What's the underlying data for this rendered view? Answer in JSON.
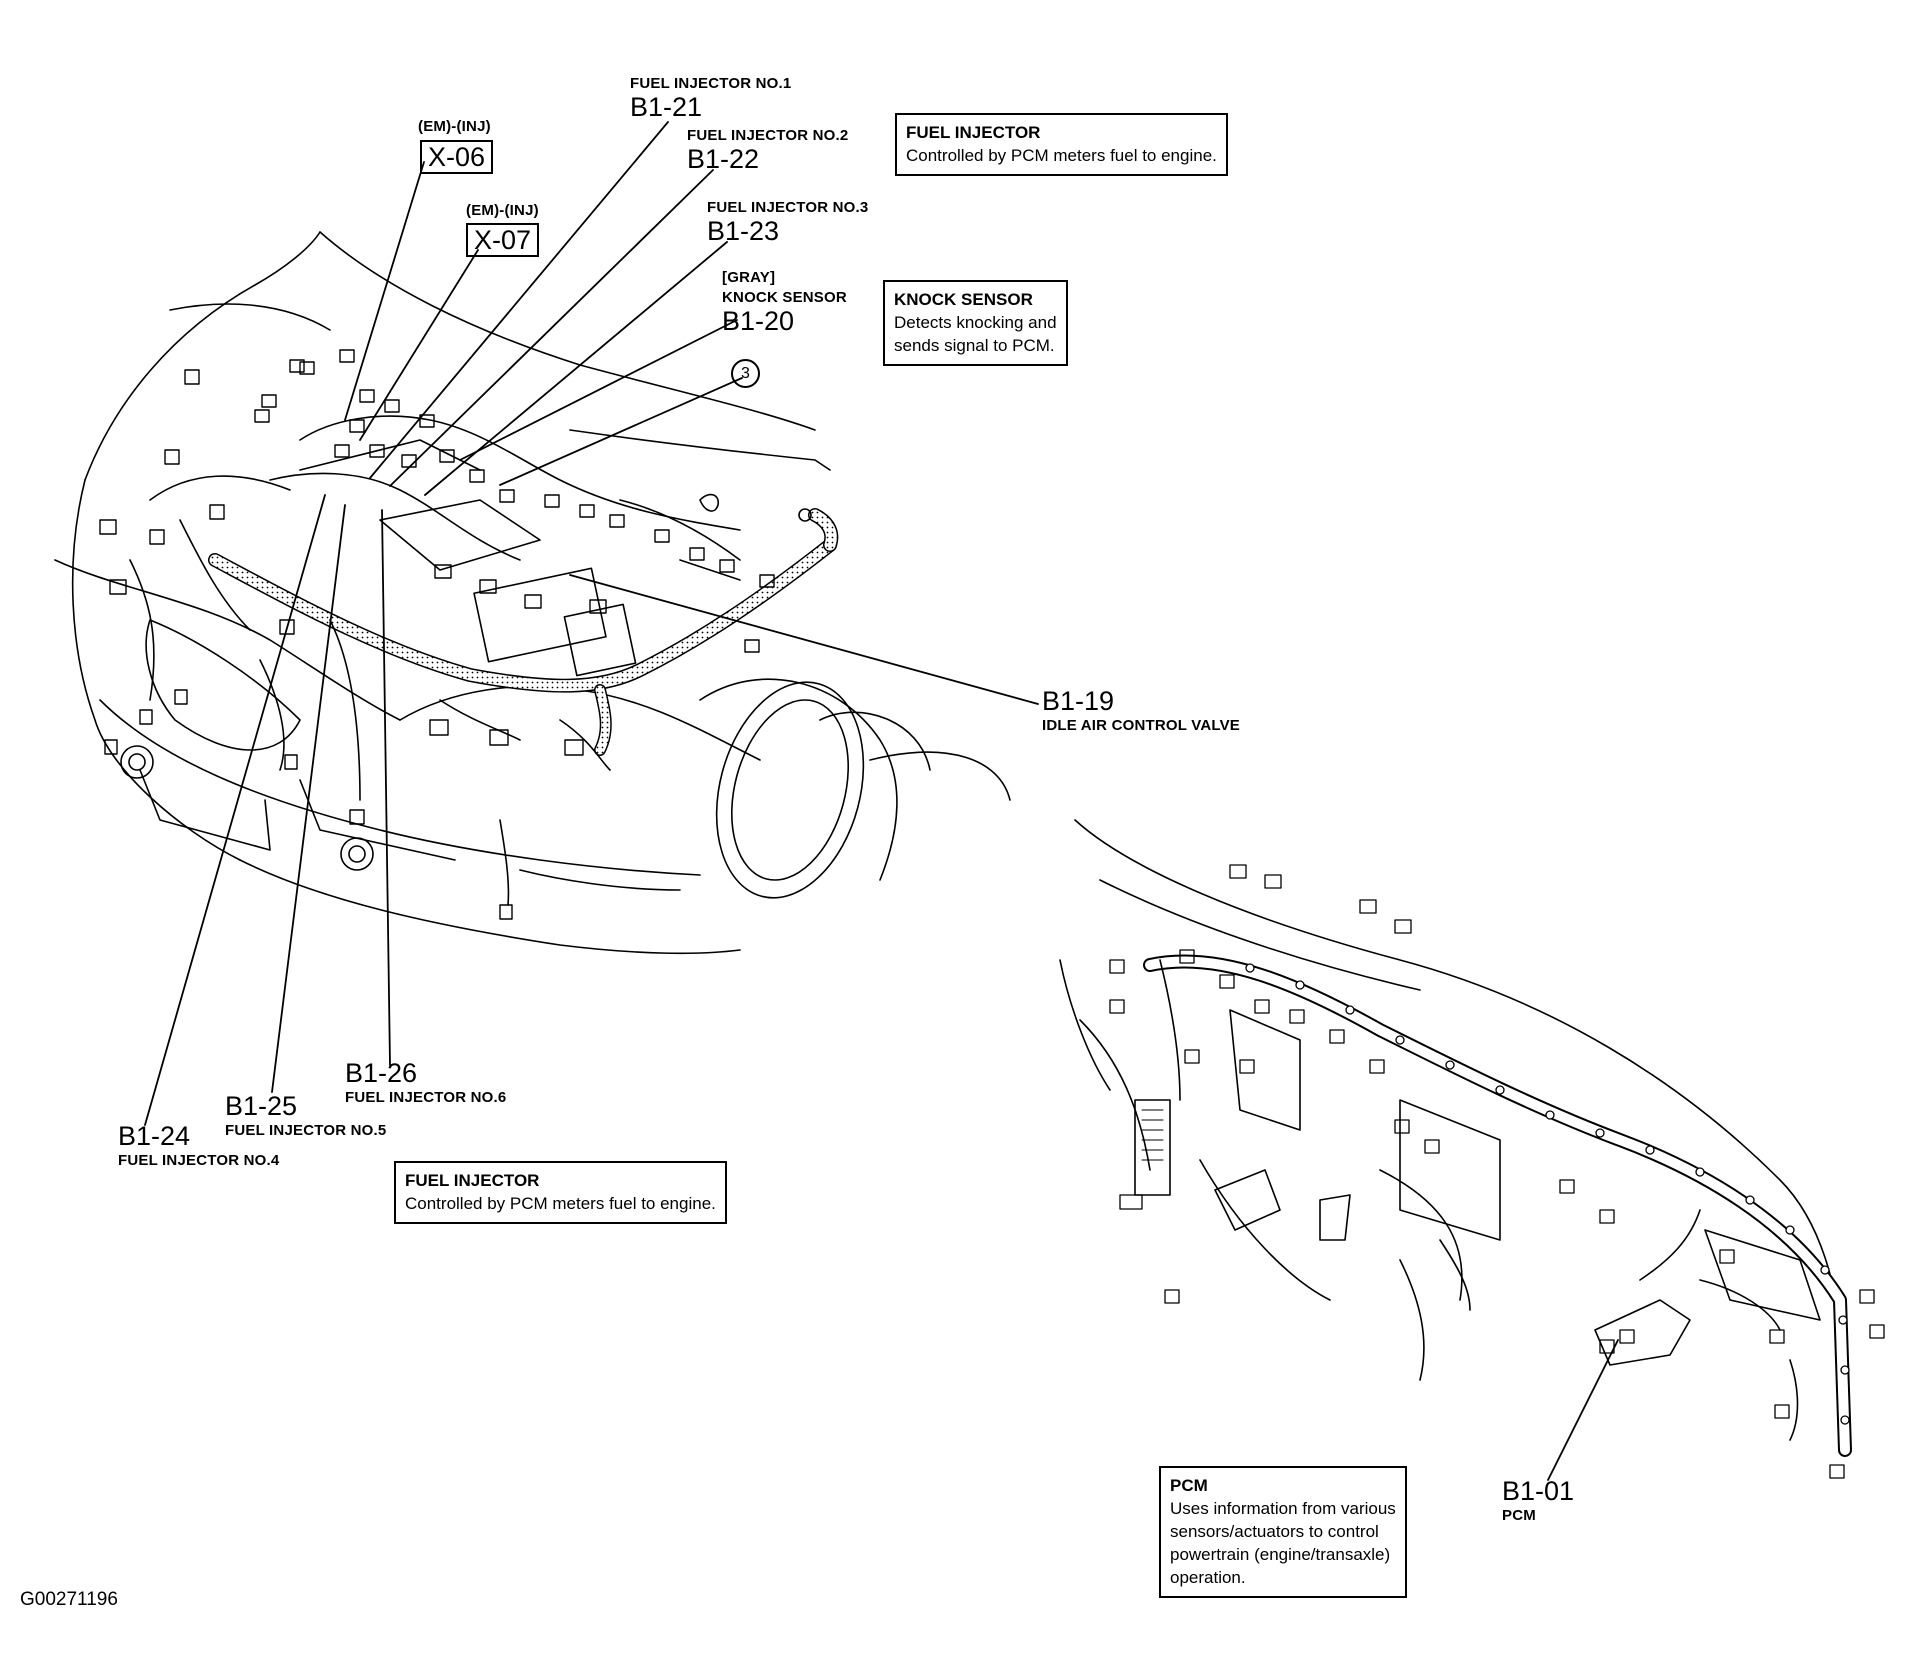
{
  "top_connectors": [
    {
      "code": "B1-21",
      "name": "FUEL INJECTOR NO.1"
    },
    {
      "code": "B1-22",
      "name": "FUEL INJECTOR NO.2"
    },
    {
      "code": "B1-23",
      "name": "FUEL INJECTOR NO.3"
    },
    {
      "code": "B1-20",
      "name": "KNOCK SENSOR",
      "color": "[GRAY]"
    }
  ],
  "joint_connectors": [
    {
      "code": "X-06",
      "tag": "(EM)-(INJ)"
    },
    {
      "code": "X-07",
      "tag": "(EM)-(INJ)"
    }
  ],
  "marker": "3",
  "idle_air": {
    "code": "B1-19",
    "name": "IDLE AIR CONTROL VALVE"
  },
  "lower_connectors": [
    {
      "code": "B1-24",
      "name": "FUEL INJECTOR NO.4"
    },
    {
      "code": "B1-25",
      "name": "FUEL INJECTOR NO.5"
    },
    {
      "code": "B1-26",
      "name": "FUEL INJECTOR NO.6"
    }
  ],
  "pcm": {
    "code": "B1-01",
    "name": "PCM"
  },
  "info_boxes": {
    "fuel_injector_top": {
      "title": "FUEL INJECTOR",
      "text": "Controlled by PCM meters fuel to engine."
    },
    "knock_sensor": {
      "title": "KNOCK SENSOR",
      "text": "Detects knocking and\nsends signal to PCM."
    },
    "fuel_injector_bottom": {
      "title": "FUEL INJECTOR",
      "text": "Controlled by PCM meters fuel to engine."
    },
    "pcm": {
      "title": "PCM",
      "text": "Uses information from various\nsensors/actuators to control\npowertrain (engine/transaxle)\noperation."
    }
  },
  "figure_id": "G00271196",
  "colors": {
    "ink": "#000000",
    "paper": "#ffffff"
  }
}
